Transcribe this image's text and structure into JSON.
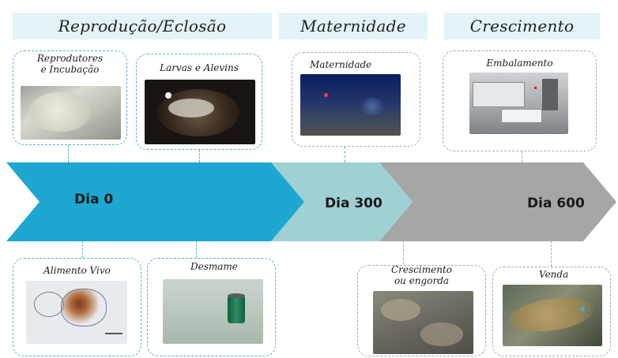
{
  "phases": {
    "reproducao": "Reprodução/Eclosão",
    "maternidade": "Maternidade",
    "crescimento": "Crescimento"
  },
  "days": {
    "d0": "Dia 0",
    "d300": "Dia 300",
    "d600": "Dia 600"
  },
  "cards": {
    "reprodutores": "Reprodutores\ne Incubação",
    "larvas": "Larvas e Alevins",
    "maternidade": "Maternidade",
    "embalamento": "Embalamento",
    "alimento": "Alimento Vivo",
    "desmame": "Desmame",
    "engorda": "Crescimento\nou engorda",
    "venda": "Venda"
  },
  "colors": {
    "arrow_blue": "#1ea7d0",
    "arrow_teal": "#9fd1d4",
    "arrow_gray": "#a6a6a6",
    "phase_bg": "#e3f3f8",
    "border_blue": "#4fb4cf",
    "border_gray": "#a9a9a9"
  }
}
